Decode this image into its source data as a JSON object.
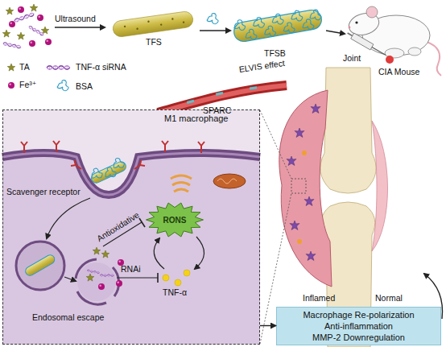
{
  "diagram": {
    "nodes": [
      {
        "text": [
          "M1 macrophage"
        ]
      },
      {
        "text": [
          "RONS"
        ],
        "in": 0
      },
      {
        "text": [
          "Macrophage Re-polarization",
          "Anti-inflammation",
          "MMP-2 Downregulation"
        ]
      }
    ],
    "edges": [
      {
        "from": 0,
        "to": 2,
        "arrow": "to"
      }
    ],
    "labels": [
      "Ultrasound",
      "TFS",
      "TFSB",
      "Joint",
      "CIA Mouse",
      "ELVIS effect",
      "SPARC",
      "Scavenger receptor",
      "Endosomal escape",
      "Antioxidative",
      "RNAi",
      "TNF-α",
      "Inflamed",
      "Normal"
    ],
    "legend": [
      {
        "text": "TA"
      },
      {
        "text": "TNF-α siRNA"
      },
      {
        "text": "Fe³⁺"
      },
      {
        "text": "BSA"
      }
    ]
  }
}
